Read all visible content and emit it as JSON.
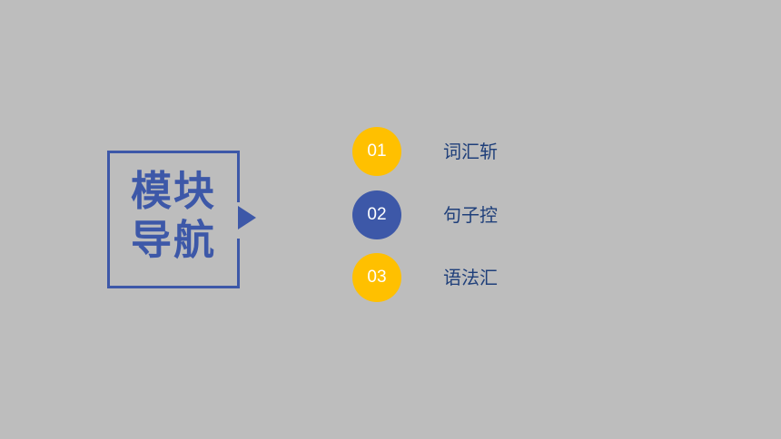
{
  "module": {
    "title_line1": "模块",
    "title_line2": "导航"
  },
  "nav": {
    "items": [
      {
        "number": "01",
        "label": "词汇斩",
        "color": "#ffc000"
      },
      {
        "number": "02",
        "label": "句子控",
        "color": "#3d58a8"
      },
      {
        "number": "03",
        "label": "语法汇",
        "color": "#ffc000"
      }
    ]
  },
  "colors": {
    "background": "#bdbdbd",
    "accent_blue": "#3d58a8",
    "accent_yellow": "#ffc000",
    "label_text": "#1f3f7a"
  }
}
